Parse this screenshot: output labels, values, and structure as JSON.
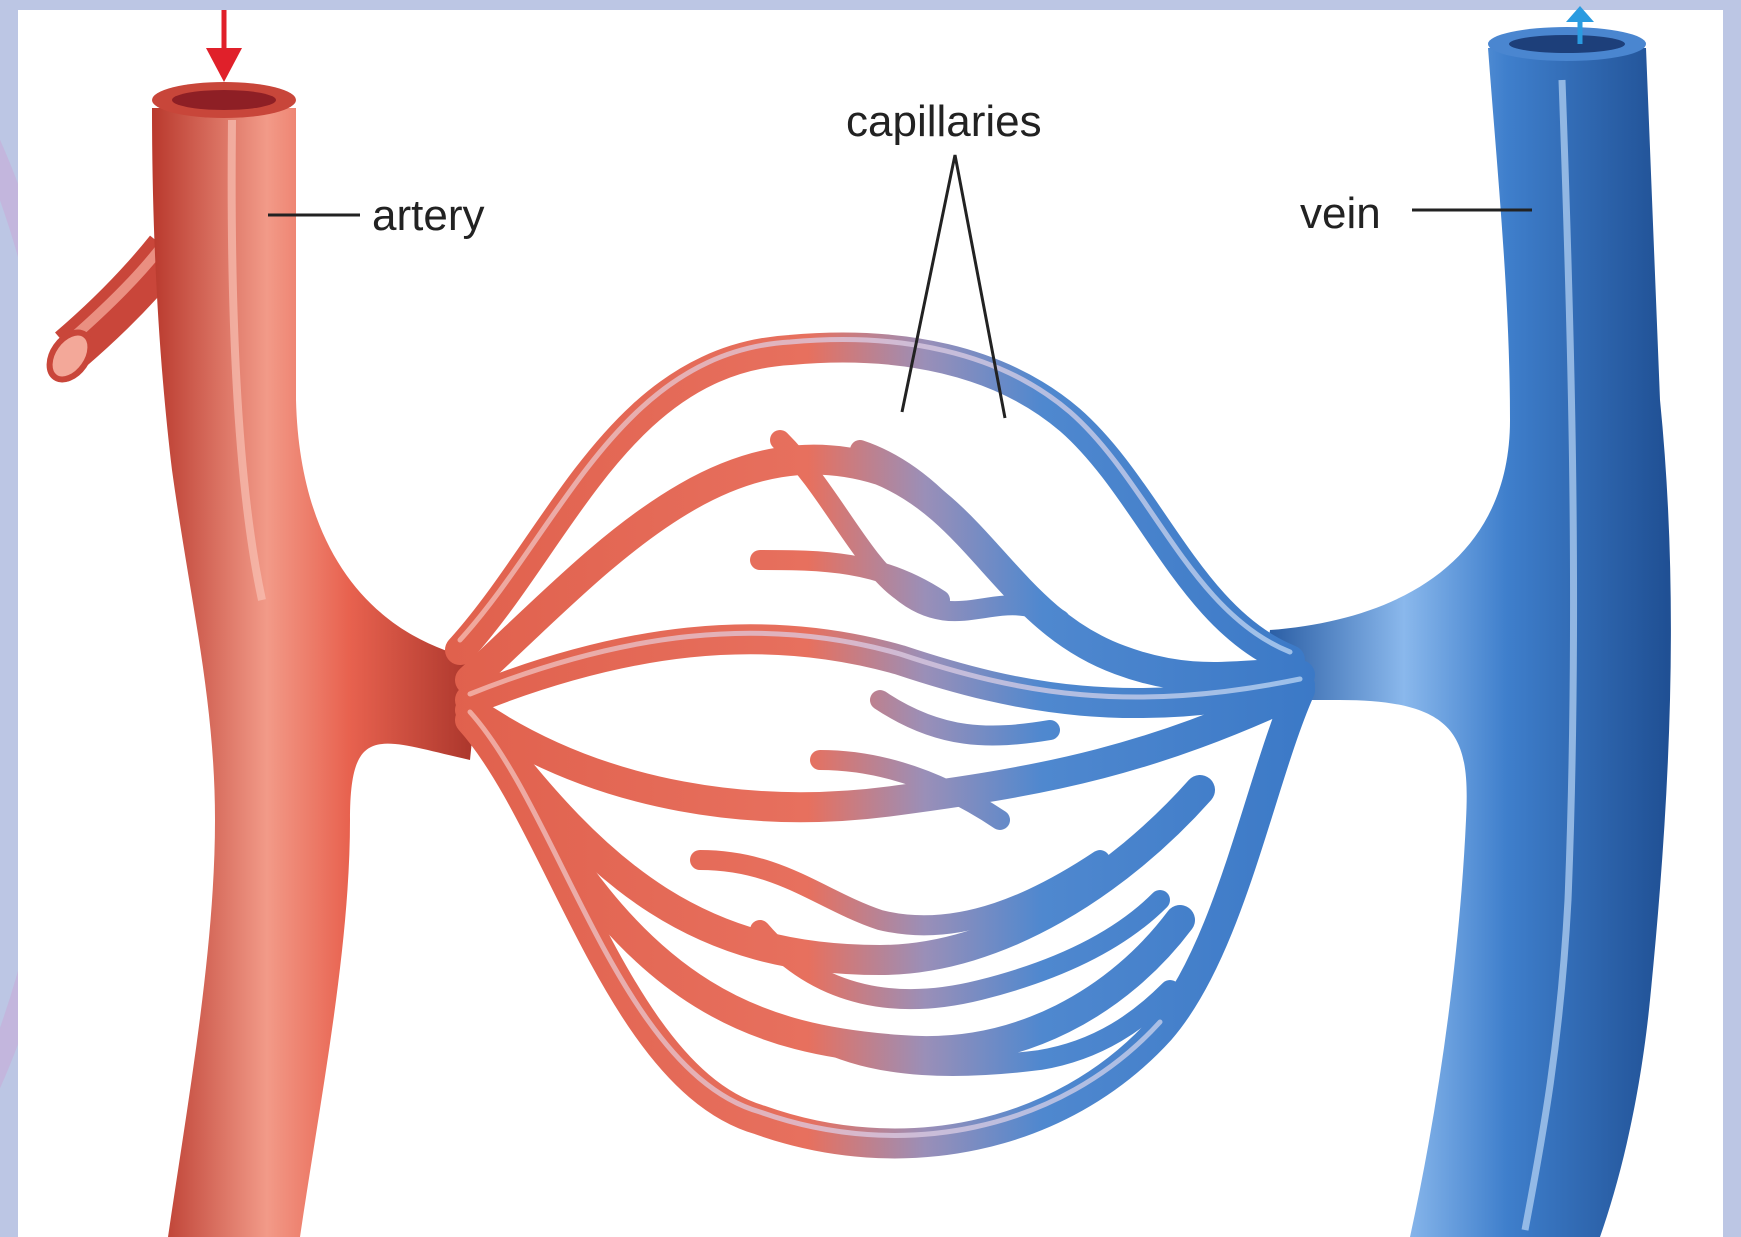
{
  "diagram": {
    "labels": {
      "artery": "artery",
      "capillaries": "capillaries",
      "vein": "vein"
    },
    "colors": {
      "artery": "#e2604c",
      "artery_light": "#f49a8a",
      "artery_dark": "#b8382c",
      "vein": "#3f7fcc",
      "vein_light": "#8ab8ec",
      "vein_dark": "#2458a0",
      "flow_arrow_in": "#e0202a",
      "flow_arrow_out": "#2a9be0",
      "background": "#bcc6e4"
    }
  }
}
